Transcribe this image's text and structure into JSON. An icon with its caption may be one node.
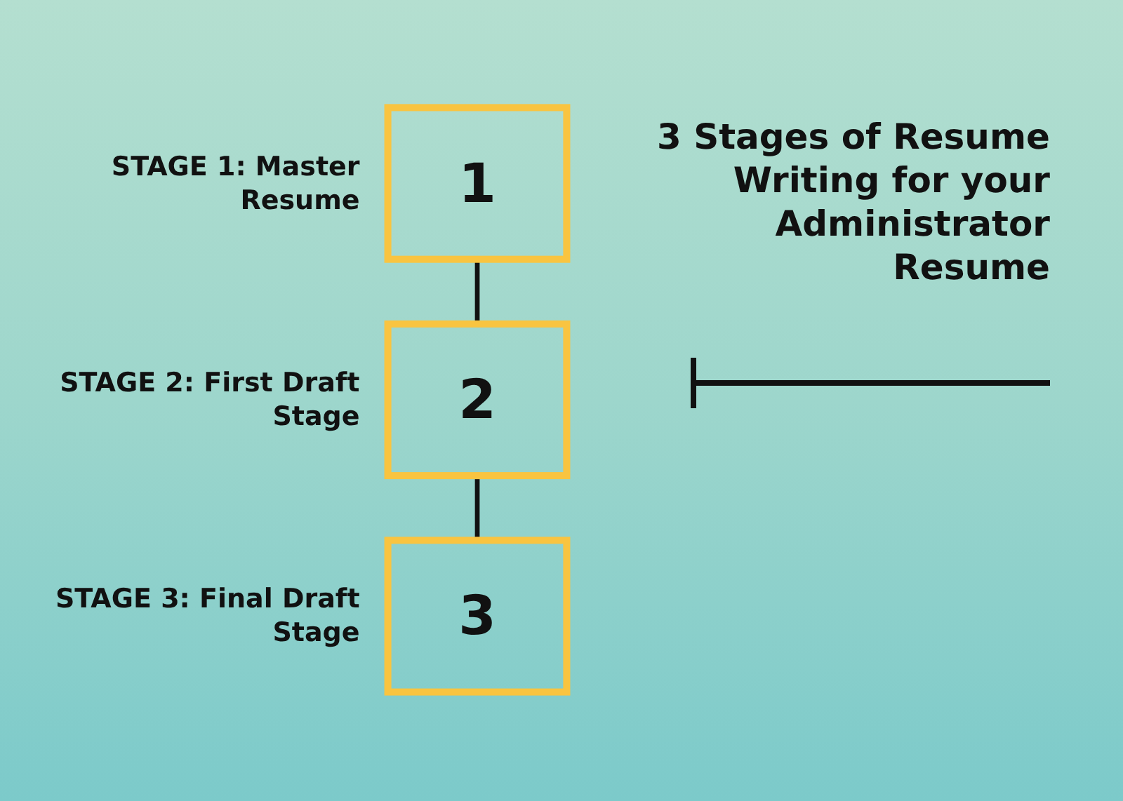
{
  "diagram": {
    "title": "3 Stages of Resume Writing for your Administrator Resume",
    "nodes": [
      {
        "text": [
          "1"
        ],
        "beside": [
          "STAGE 1: Master Resume"
        ]
      },
      {
        "text": [
          "2"
        ],
        "beside": [
          "STAGE 2: First Draft Stage"
        ]
      },
      {
        "text": [
          "3"
        ],
        "beside": [
          "STAGE 3: Final Draft Stage"
        ]
      }
    ],
    "edges": [
      {
        "from": 0,
        "to": 1,
        "arrow": "none"
      },
      {
        "from": 1,
        "to": 2,
        "arrow": "none"
      }
    ]
  }
}
